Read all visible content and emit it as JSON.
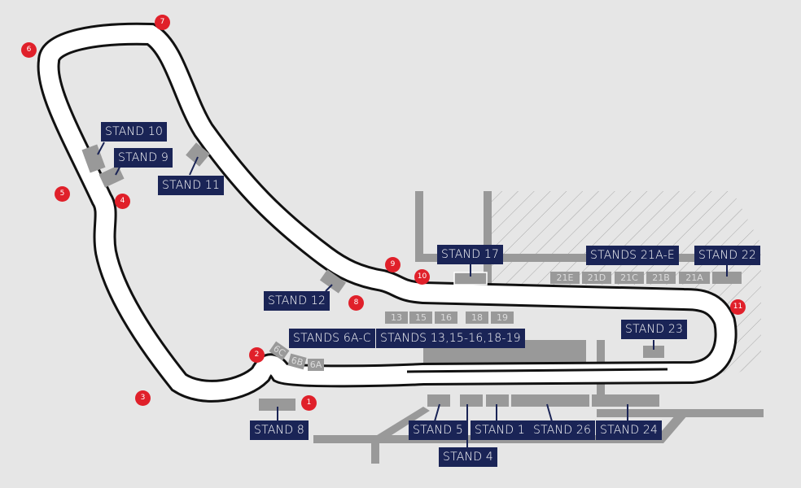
{
  "map": {
    "colors": {
      "background": "#e6e6e6",
      "track": "#ffffff",
      "track_border": "#111111",
      "label_bg": "#1a2456",
      "stand_block": "#999999",
      "turn_marker": "#e0202a"
    },
    "turns": [
      "1",
      "2",
      "3",
      "4",
      "5",
      "6",
      "7",
      "8",
      "9",
      "10",
      "11"
    ],
    "stands": [
      {
        "id": "stand-10",
        "label": "STAND 10"
      },
      {
        "id": "stand-9",
        "label": "STAND 9"
      },
      {
        "id": "stand-11",
        "label": "STAND 11"
      },
      {
        "id": "stand-12",
        "label": "STAND 12"
      },
      {
        "id": "stand-17",
        "label": "STAND 17"
      },
      {
        "id": "stands-21a-e",
        "label": "STANDS 21A-E"
      },
      {
        "id": "stand-22",
        "label": "STAND 22"
      },
      {
        "id": "stand-23",
        "label": "STAND 23"
      },
      {
        "id": "stands-6a-c",
        "label": "STANDS 6A-C"
      },
      {
        "id": "stands-13-19",
        "label": "STANDS 13,15-16,18-19"
      },
      {
        "id": "stand-8",
        "label": "STAND 8"
      },
      {
        "id": "stand-5",
        "label": "STAND 5"
      },
      {
        "id": "stand-1",
        "label": "STAND 1"
      },
      {
        "id": "stand-26",
        "label": "STAND 26"
      },
      {
        "id": "stand-24",
        "label": "STAND 24"
      },
      {
        "id": "stand-4",
        "label": "STAND 4"
      }
    ],
    "sub_blocks": {
      "s21": [
        "21E",
        "21D",
        "21C",
        "21B",
        "21A"
      ],
      "s13": [
        "13",
        "15",
        "16",
        "18",
        "19"
      ],
      "s6": [
        "6C",
        "6B",
        "6A"
      ]
    }
  }
}
